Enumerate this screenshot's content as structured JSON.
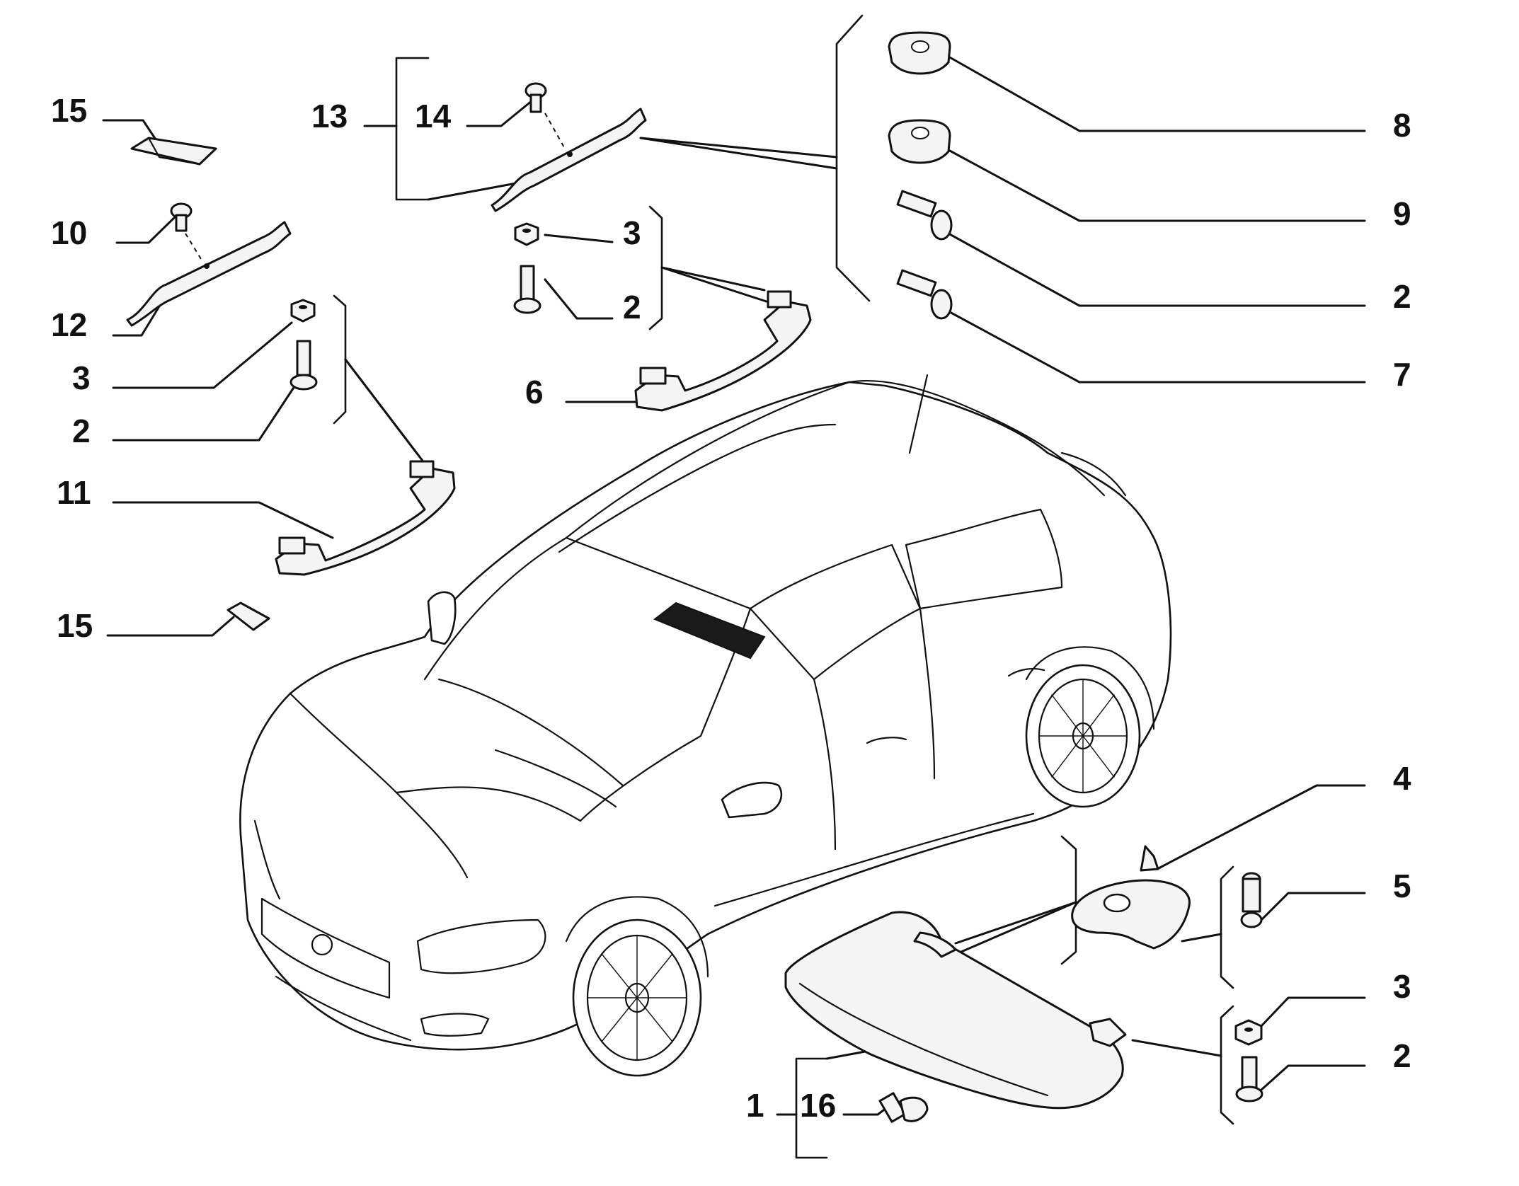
{
  "callouts": [
    {
      "id": "c15a",
      "text": "15"
    },
    {
      "id": "c10",
      "text": "10"
    },
    {
      "id": "c12",
      "text": "12"
    },
    {
      "id": "c3a",
      "text": "3"
    },
    {
      "id": "c2a",
      "text": "2"
    },
    {
      "id": "c11",
      "text": "11"
    },
    {
      "id": "c15b",
      "text": "15"
    },
    {
      "id": "c13",
      "text": "13"
    },
    {
      "id": "c14",
      "text": "14"
    },
    {
      "id": "c3b",
      "text": "3"
    },
    {
      "id": "c2b",
      "text": "2"
    },
    {
      "id": "c6",
      "text": "6"
    },
    {
      "id": "c8",
      "text": "8"
    },
    {
      "id": "c9",
      "text": "9"
    },
    {
      "id": "c2c",
      "text": "2"
    },
    {
      "id": "c7",
      "text": "7"
    },
    {
      "id": "c4",
      "text": "4"
    },
    {
      "id": "c5",
      "text": "5"
    },
    {
      "id": "c3c",
      "text": "3"
    },
    {
      "id": "c2d",
      "text": "2"
    },
    {
      "id": "c1",
      "text": "1"
    },
    {
      "id": "c16",
      "text": "16"
    }
  ],
  "parts": [
    {
      "number": "1",
      "icon": "sun-visor-icon"
    },
    {
      "number": "2",
      "icon": "bolt-icon"
    },
    {
      "number": "3",
      "icon": "nut-icon"
    },
    {
      "number": "4",
      "icon": "visor-bracket-icon"
    },
    {
      "number": "5",
      "icon": "screw-icon"
    },
    {
      "number": "6",
      "icon": "grab-handle-icon"
    },
    {
      "number": "7",
      "icon": "bolt-icon"
    },
    {
      "number": "8",
      "icon": "cap-icon"
    },
    {
      "number": "9",
      "icon": "cap-icon"
    },
    {
      "number": "10",
      "icon": "screw-icon"
    },
    {
      "number": "11",
      "icon": "grab-handle-icon"
    },
    {
      "number": "12",
      "icon": "bracket-plate-icon"
    },
    {
      "number": "13",
      "icon": "bracket-plate-icon"
    },
    {
      "number": "14",
      "icon": "screw-icon"
    },
    {
      "number": "15",
      "icon": "clip-icon"
    },
    {
      "number": "16",
      "icon": "bulb-icon"
    }
  ],
  "colors": {
    "line": "#111111",
    "background": "#ffffff"
  }
}
